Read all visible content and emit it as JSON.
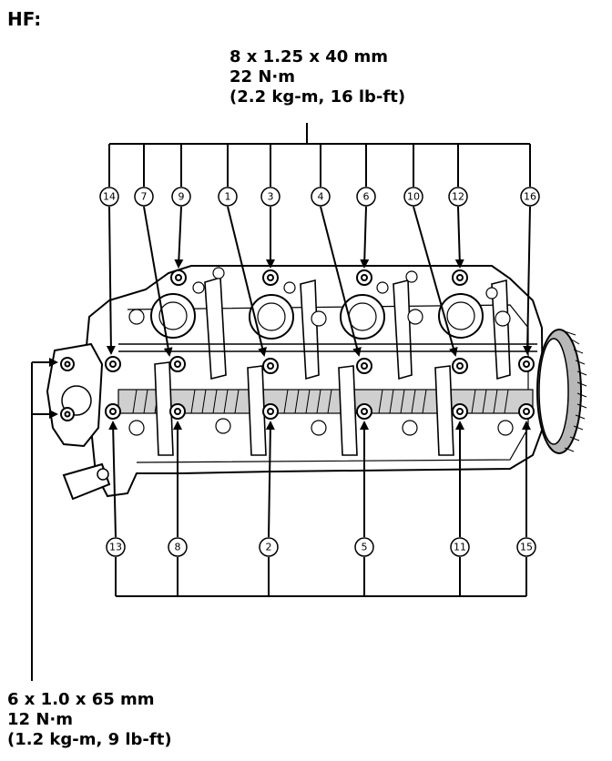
{
  "title": "HF:",
  "spec_main": {
    "size": "8 x 1.25 x 40 mm",
    "torque_nm": "22 N·m",
    "torque_alt": "(2.2 kg-m, 16 lb-ft)"
  },
  "spec_small": {
    "size": "6 x 1.0 x 65 mm",
    "torque_nm": "12 N·m",
    "torque_alt": "(1.2 kg-m, 9 lb-ft)"
  },
  "top_callouts": [
    "14",
    "7",
    "9",
    "1",
    "3",
    "4",
    "6",
    "10",
    "12",
    "16"
  ],
  "bottom_callouts": [
    "13",
    "8",
    "2",
    "5",
    "11",
    "15"
  ],
  "colors": {
    "ink": "#000000",
    "paper": "#ffffff",
    "shade": "#b8b8b8"
  }
}
